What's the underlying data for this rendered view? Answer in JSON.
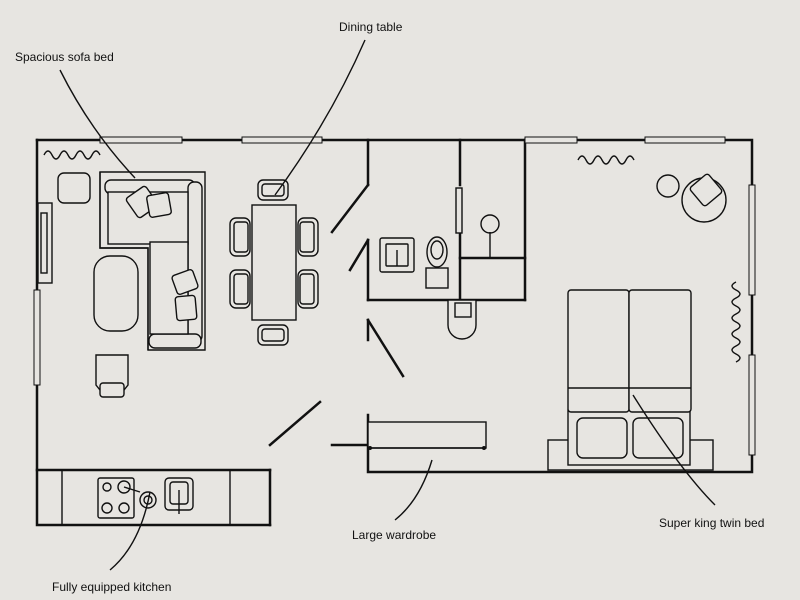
{
  "labels": {
    "dining_table": "Dining table",
    "sofa_bed": "Spacious sofa bed",
    "kitchen": "Fully equipped kitchen",
    "wardrobe": "Large wardrobe",
    "twin_bed": "Super king twin bed"
  },
  "colors": {
    "background": "#e7e5e1",
    "line": "#111111"
  }
}
